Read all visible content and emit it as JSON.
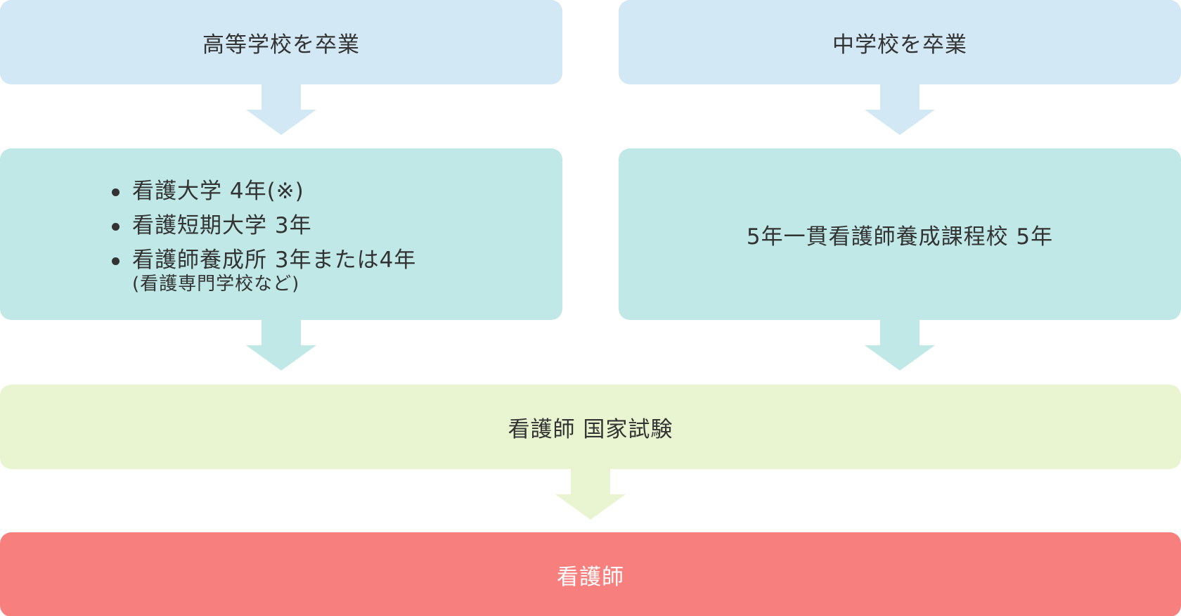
{
  "colors": {
    "top_box": "#d2e8f4",
    "mid_box": "#bfe8e6",
    "exam_box": "#e8f5d0",
    "final_box": "#f77f7e",
    "text": "#333333",
    "final_text": "#ffffff"
  },
  "left_path": {
    "start_label": "高等学校を卒業",
    "options": [
      {
        "label": "看護大学 4年(※)"
      },
      {
        "label": "看護短期大学 3年"
      },
      {
        "label": "看護師養成所 3年または4年",
        "note": "(看護専門学校など)"
      }
    ]
  },
  "right_path": {
    "start_label": "中学校を卒業",
    "option_label": "5年一貫看護師養成課程校 5年"
  },
  "exam_label": "看護師 国家試験",
  "final_label": "看護師"
}
